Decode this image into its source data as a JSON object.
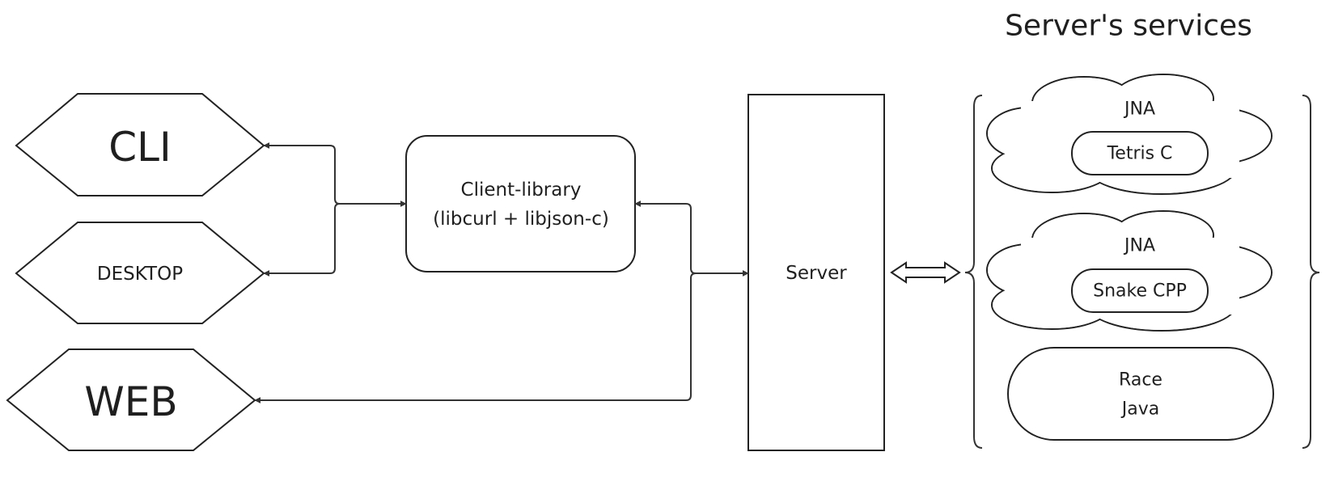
{
  "title": "Server's services",
  "clients": {
    "cli": "CLI",
    "desktop": "DESKTOP",
    "web": "WEB"
  },
  "client_library": {
    "line1": "Client-library",
    "line2": "(libcurl + libjson-c)"
  },
  "server": "Server",
  "services": {
    "tetris": {
      "wrapper": "JNA",
      "name": "Tetris C"
    },
    "snake": {
      "wrapper": "JNA",
      "name": "Snake CPP"
    },
    "race": {
      "line1": "Race",
      "line2": "Java"
    }
  }
}
